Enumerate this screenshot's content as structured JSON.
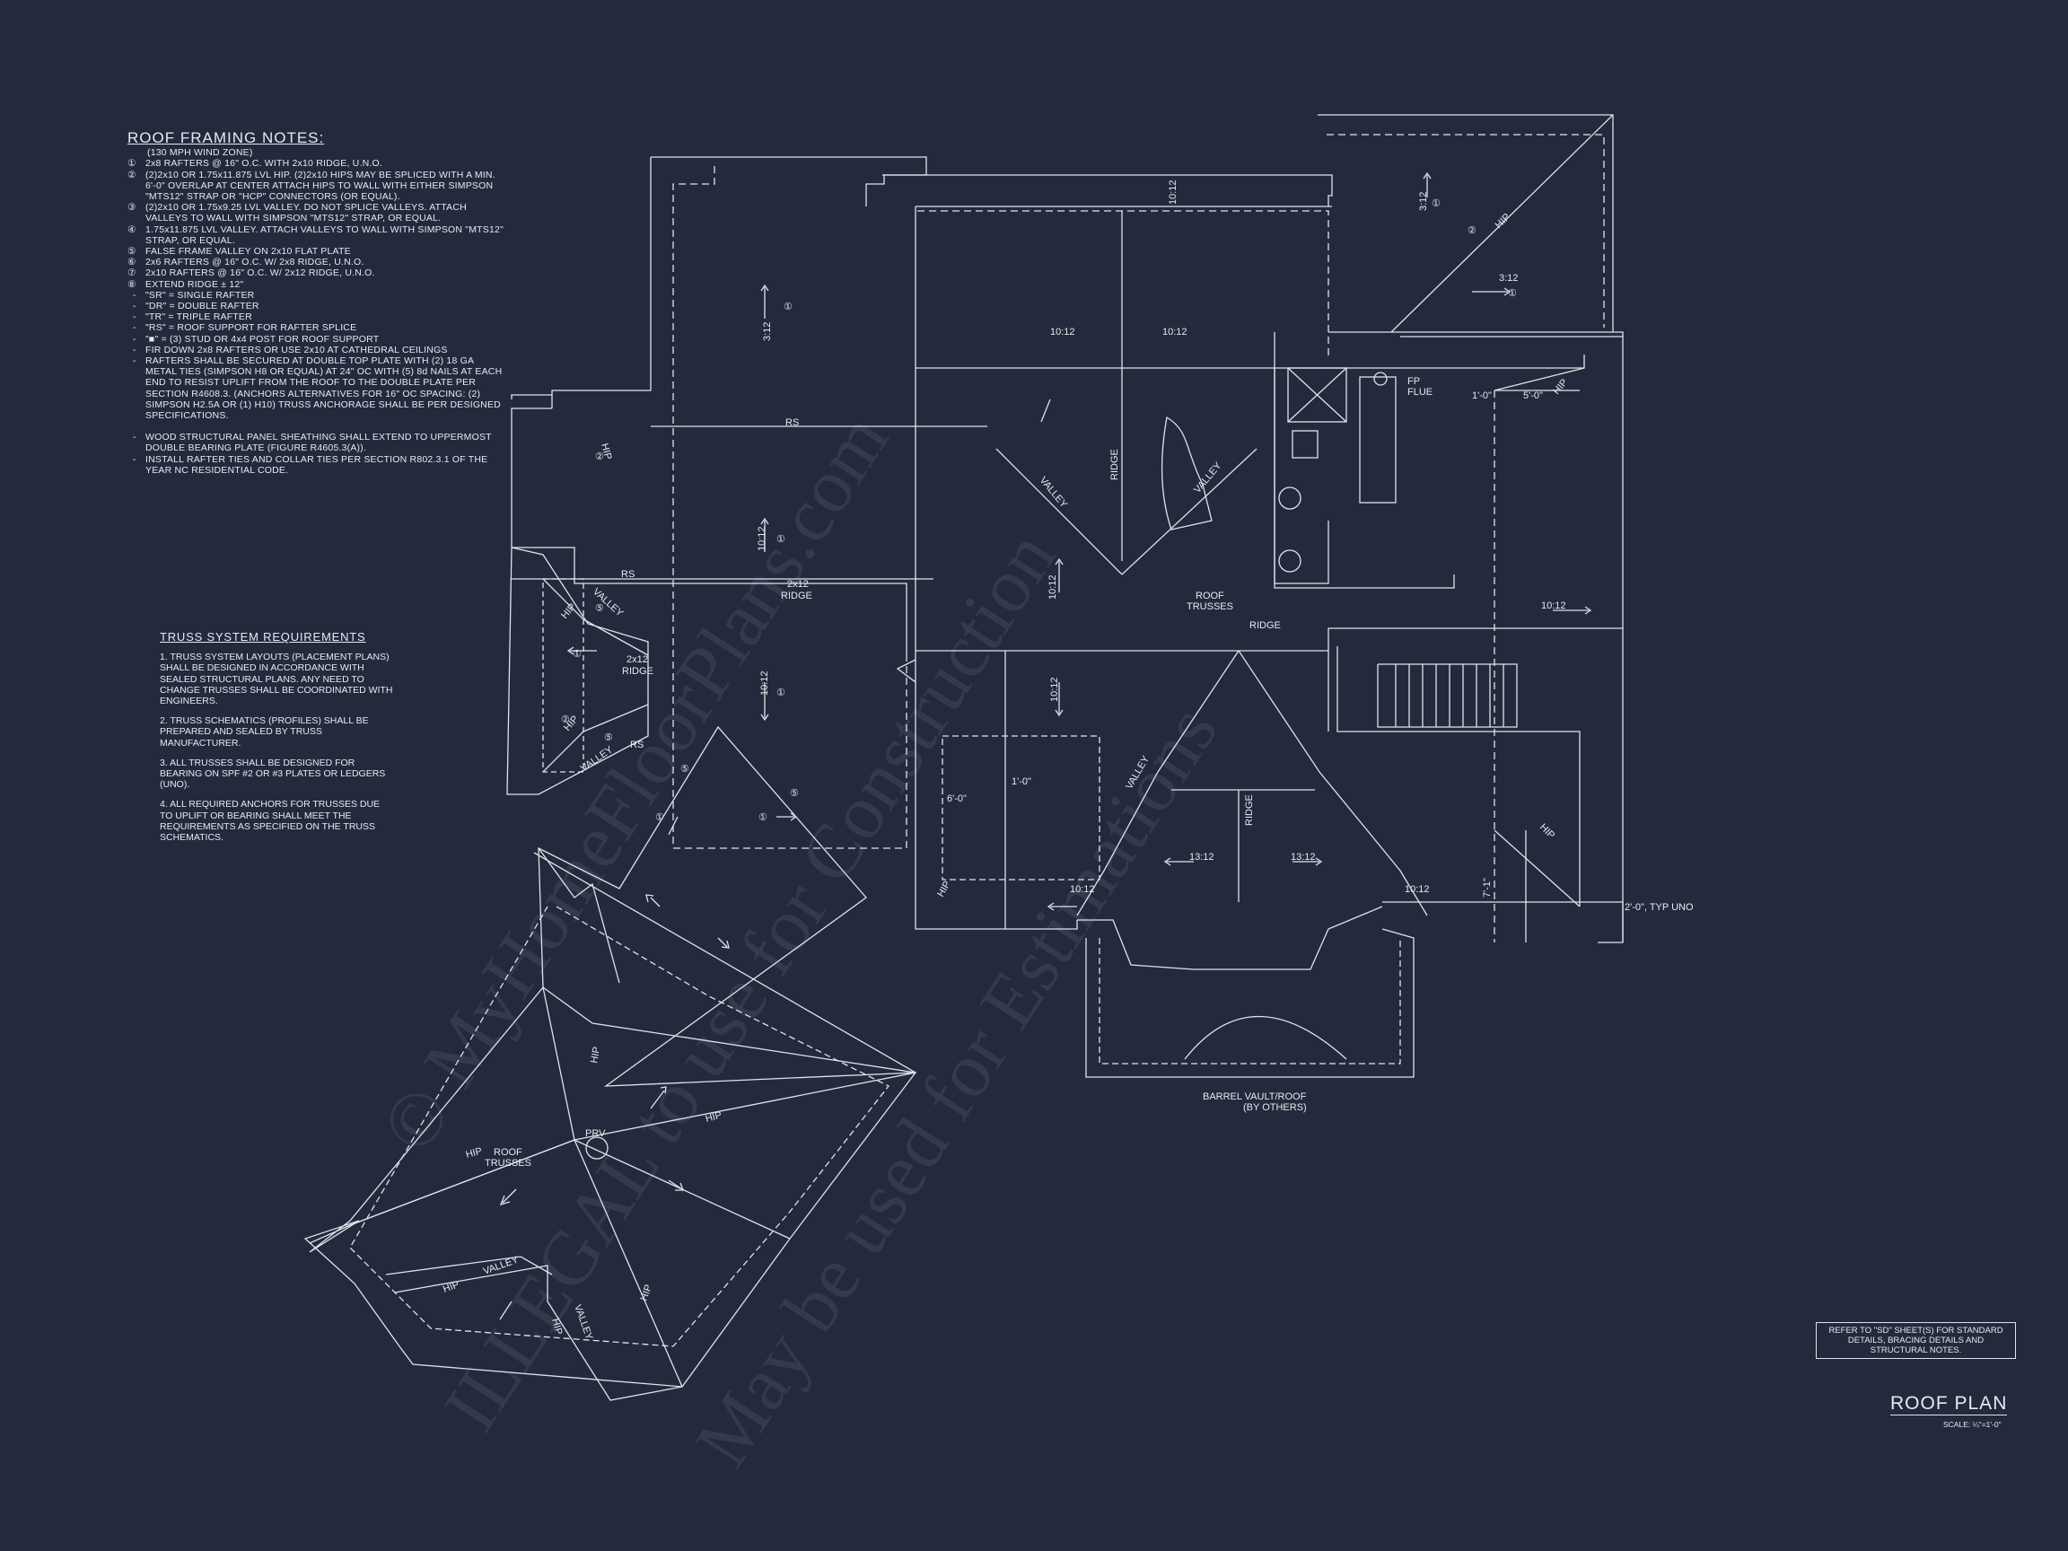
{
  "notes": {
    "title": "ROOF FRAMING NOTES:",
    "subtitle": "(130 MPH WIND ZONE)",
    "items": [
      {
        "num": "①",
        "text": "2x8 RAFTERS @ 16\" O.C. WITH 2x10 RIDGE, U.N.O."
      },
      {
        "num": "②",
        "text": "(2)2x10 OR 1.75x11.875 LVL HIP. (2)2x10 HIPS MAY BE SPLICED WITH A MIN. 6'-0\" OVERLAP AT CENTER ATTACH HIPS TO WALL WITH EITHER SIMPSON \"MTS12\" STRAP OR \"HCP\" CONNECTORS (OR EQUAL)."
      },
      {
        "num": "③",
        "text": "(2)2x10 OR 1.75x9.25 LVL VALLEY. DO NOT SPLICE VALLEYS. ATTACH VALLEYS TO WALL WITH SIMPSON \"MTS12\" STRAP, OR EQUAL."
      },
      {
        "num": "④",
        "text": "1.75x11.875 LVL VALLEY. ATTACH VALLEYS TO WALL WITH SIMPSON \"MTS12\" STRAP, OR EQUAL."
      },
      {
        "num": "⑤",
        "text": "FALSE FRAME VALLEY ON 2x10 FLAT PLATE"
      },
      {
        "num": "⑥",
        "text": "2x6 RAFTERS @ 16\" O.C. W/ 2x8 RIDGE, U.N.O."
      },
      {
        "num": "⑦",
        "text": "2x10 RAFTERS @ 16\" O.C. W/ 2x12 RIDGE, U.N.O."
      },
      {
        "num": "⑧",
        "text": "EXTEND RIDGE ± 12\""
      }
    ],
    "bullets": [
      "\"SR\" = SINGLE RAFTER",
      "\"DR\" = DOUBLE RAFTER",
      "\"TR\" = TRIPLE RAFTER",
      "\"RS\" = ROOF SUPPORT FOR RAFTER SPLICE",
      "\"■\" = (3) STUD OR 4x4 POST FOR ROOF SUPPORT",
      "FIR DOWN 2x8 RAFTERS OR USE 2x10 AT CATHEDRAL CEILINGS",
      "RAFTERS SHALL BE SECURED AT DOUBLE TOP PLATE WITH (2) 18 GA METAL TIES (SIMPSON H8 OR EQUAL) AT 24\" OC WITH (5) 8d NAILS AT EACH END TO RESIST UPLIFT FROM THE ROOF TO THE DOUBLE PLATE PER SECTION R4608.3. (ANCHORS ALTERNATIVES FOR 16\" OC SPACING: (2) SIMPSON H2.5A OR (1) H10) TRUSS ANCHORAGE SHALL BE PER DESIGNED SPECIFICATIONS."
    ],
    "bullets2": [
      "WOOD STRUCTURAL PANEL SHEATHING SHALL EXTEND TO UPPERMOST DOUBLE BEARING PLATE (FIGURE R4605.3(A)).",
      "INSTALL RAFTER TIES AND COLLAR TIES PER SECTION R802.3.1 OF THE YEAR NC RESIDENTIAL CODE."
    ]
  },
  "truss": {
    "title": "TRUSS SYSTEM REQUIREMENTS",
    "items": [
      "1. TRUSS SYSTEM LAYOUTS (PLACEMENT PLANS) SHALL BE DESIGNED IN ACCORDANCE WITH SEALED STRUCTURAL PLANS. ANY NEED TO CHANGE TRUSSES SHALL BE COORDINATED WITH ENGINEERS.",
      "2. TRUSS SCHEMATICS (PROFILES) SHALL BE PREPARED AND SEALED BY TRUSS MANUFACTURER.",
      "3. ALL TRUSSES SHALL BE DESIGNED FOR BEARING ON SPF #2 OR #3 PLATES OR LEDGERS (UNO).",
      "4. ALL REQUIRED ANCHORS FOR TRUSSES DUE TO UPLIFT OR BEARING SHALL MEET THE REQUIREMENTS AS SPECIFIED ON THE TRUSS SCHEMATICS."
    ]
  },
  "refbox": "REFER TO \"SD\" SHEET(S) FOR STANDARD DETAILS, BRACING DETAILS AND STRUCTURAL NOTES.",
  "plan_title": "ROOF PLAN",
  "plan_scale": "SCALE: ¼\"=1'-0\"",
  "labels": {
    "pitch_3_12": "3:12",
    "pitch_10_12": "10:12",
    "pitch_13_12": "13:12",
    "circle_1": "①",
    "circle_2": "②",
    "circle_5": "⑤",
    "rs": "RS",
    "ridge": "RIDGE",
    "ridge_2x12": "2x12",
    "valley": "VALLEY",
    "hip": "HIP",
    "roof": "ROOF",
    "trusses": "TRUSSES",
    "fp": "FP",
    "flue": "FLUE",
    "dim_1_0": "1'-0\"",
    "dim_5_0": "5'-0\"",
    "dim_6_0": "6'-0\"",
    "dim_7_1": "7'-1\"",
    "dim_2_0_typ": "2'-0\", TYP UNO",
    "prv": "PRV",
    "barrel_1": "BARREL VAULT/ROOF",
    "barrel_2": "(BY OTHERS)"
  },
  "watermark": {
    "line1": "© MyHomeFloorPlans.com",
    "line2": "ILLEGAL to use for Construction",
    "line3": "May be used for Estimations"
  },
  "colors": {
    "background": "#232a3d",
    "line": "#dfe3ea"
  }
}
